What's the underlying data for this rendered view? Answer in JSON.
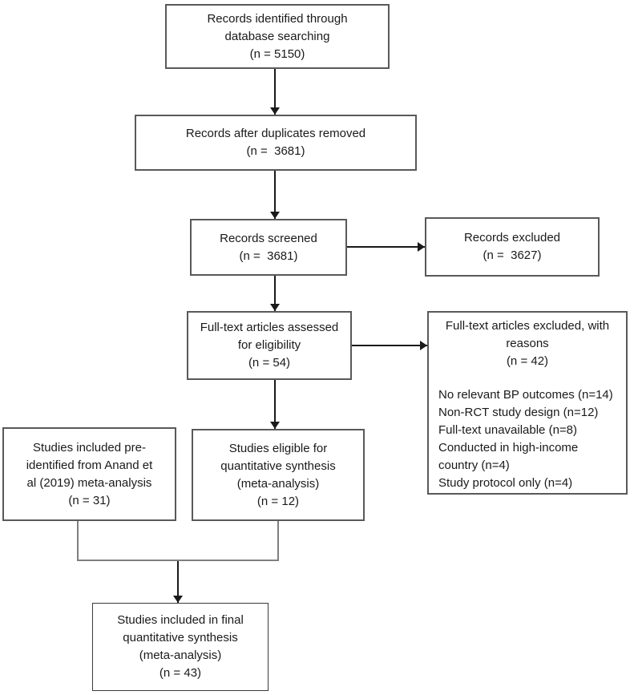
{
  "diagram": {
    "boxes": {
      "identified": {
        "text": "Records identified through\ndatabase searching\n(n = 5150)"
      },
      "duplicates_removed": {
        "text": "Records after duplicates removed\n(n =  3681)"
      },
      "screened": {
        "text": "Records screened\n(n =  3681)"
      },
      "records_excluded": {
        "text": "Records excluded\n(n =  3627)"
      },
      "fulltext_assessed": {
        "text": "Full-text articles assessed\nfor eligibility\n(n = 54)"
      },
      "fulltext_excluded": {
        "heading": "Full-text articles excluded, with\nreasons\n(n = 42)",
        "reasons": "No relevant BP outcomes (n=14)\nNon-RCT study design (n=12)\nFull-text unavailable (n=8)\nConducted in high-income\ncountry (n=4)\nStudy protocol only (n=4)"
      },
      "pre_identified": {
        "text": "Studies included pre-\nidentified from Anand et\nal (2019) meta-analysis\n(n = 31)"
      },
      "eligible": {
        "text": "Studies eligible for\nquantitative synthesis\n(meta-analysis)\n(n = 12)"
      },
      "final_included": {
        "text": "Studies included in final\nquantitative synthesis\n(meta-analysis)\n(n = 43)"
      }
    },
    "colors": {
      "box_border": "#595959",
      "connector": "#7f7f7f",
      "arrow": "#1a1a1a",
      "text": "#1a1a1a",
      "background": "#ffffff"
    }
  }
}
